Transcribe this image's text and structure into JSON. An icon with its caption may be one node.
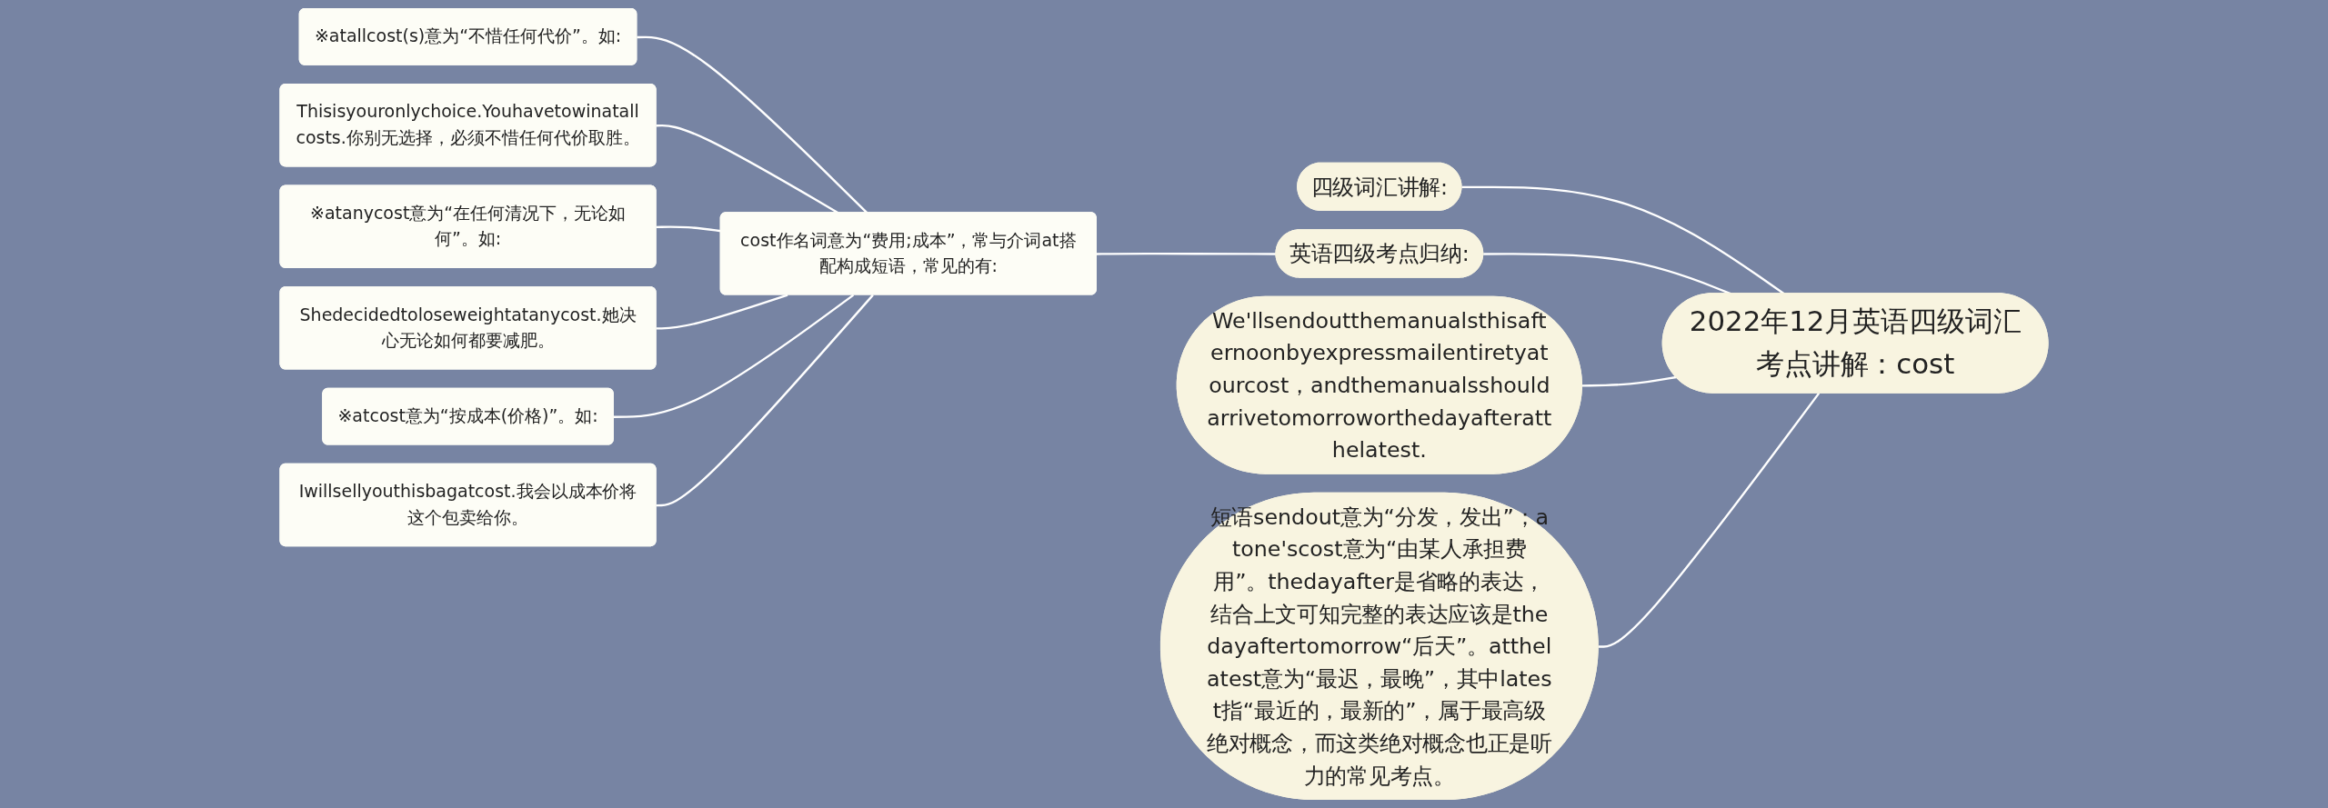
{
  "diagram": {
    "nodes": [
      {
        "text": [
          "2022年12月英语四级词汇考点讲解：cost"
        ]
      },
      {
        "text": [
          "四级词汇讲解:"
        ]
      },
      {
        "text": [
          "英语四级考点归纳:"
        ]
      },
      {
        "text": [
          "We'llsendoutthemanualsthisafternoonbyexpressmailentiretyatourcost，andthemanualsshouldarrivetomorroworthedayafteratthelatest."
        ]
      },
      {
        "text": [
          "短语sendout意为“分发，发出”；atone'scost意为“由某人承担费用”。thedayafter是省略的表达，结合上文可知完整的表达应该是thedayaftertomorrow“后天”。atthelatest意为“最迟，最晚”，其中latest指“最近的，最新的”，属于最高级绝对概念，而这类绝对概念也正是听力的常见考点。"
        ]
      },
      {
        "text": [
          "cost作名词意为“费用;成本”，常与介词at搭配构成短语，常见的有:"
        ]
      },
      {
        "text": [
          "※atallcost(s)意为“不惜任何代价”。如:"
        ]
      },
      {
        "text": [
          "Thisisyouronlychoice.Youhavetowinatallcosts.你别无选择，必须不惜任何代价取胜。"
        ]
      },
      {
        "text": [
          "※atanycost意为“在任何清况下，无论如何”。如:"
        ]
      },
      {
        "text": [
          "Shedecidedtoloseweightatanycost.她决心无论如何都要减肥。"
        ]
      },
      {
        "text": [
          "※atcost意为“按成本(价格)”。如:"
        ]
      },
      {
        "text": [
          "Iwillsellyouthisbagatcost.我会以成本价将这个包卖给你。"
        ]
      }
    ],
    "edges": [
      {
        "from": 0,
        "to": 1,
        "arrow": "none"
      },
      {
        "from": 0,
        "to": 2,
        "arrow": "none"
      },
      {
        "from": 0,
        "to": 3,
        "arrow": "none"
      },
      {
        "from": 0,
        "to": 4,
        "arrow": "none"
      },
      {
        "from": 2,
        "to": 5,
        "arrow": "none"
      },
      {
        "from": 5,
        "to": 6,
        "arrow": "none"
      },
      {
        "from": 5,
        "to": 7,
        "arrow": "none"
      },
      {
        "from": 5,
        "to": 8,
        "arrow": "none"
      },
      {
        "from": 5,
        "to": 9,
        "arrow": "none"
      },
      {
        "from": 5,
        "to": 10,
        "arrow": "none"
      },
      {
        "from": 5,
        "to": 11,
        "arrow": "none"
      }
    ]
  }
}
